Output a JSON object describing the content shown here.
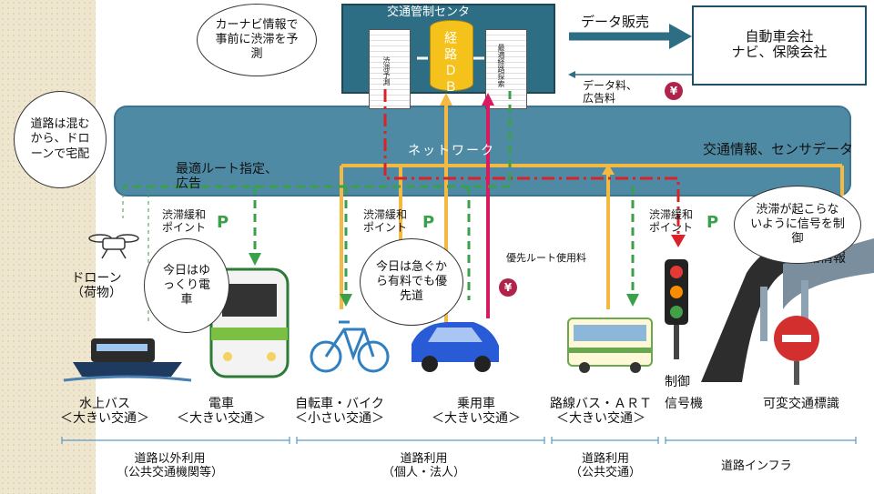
{
  "tmc": {
    "title": "交通管制センタ",
    "db_label": "経路ＤＢ",
    "server_left": "渋滞予測",
    "server_right": "最適経路探索"
  },
  "bubbles": {
    "carnavi": "カーナビ情報で事前に渋滞を予測",
    "drone": "道路は混むから、ドローンで宅配",
    "train": "今日はゆっくり電車",
    "car": "今日は急ぐから有料でも優先道",
    "signal": "渋滞が起こらないように信号を制御"
  },
  "data_sales": "データ販売",
  "auto_company": "自動車会社\nナビ、保険会社",
  "data_fee": "データ料、\n広告料",
  "yen_symbol": "¥",
  "network": "ネットワーク",
  "traffic_sensor": "交通情報、センサデータ",
  "optimal_route": "最適ルート指定、\n広告",
  "congestion_point": "渋滞緩和\nポイント",
  "P": "P",
  "priority_route": "優先ルート使用料",
  "road_info": "道路情報",
  "items": {
    "drone": "ドローン\n（荷物）",
    "waterbus": "水上バス\n＜大きい交通＞",
    "train": "電車\n＜大きい交通＞",
    "bicycle": "自転車・バイク\n＜小さい交通＞",
    "car": "乗用車\n＜大きい交通＞",
    "bus": "路線バス・ＡＲＴ\n＜大きい交通＞",
    "signal": "信号機",
    "signal_control": "制御",
    "variable_sign": "可変交通標識"
  },
  "groups": {
    "non_road": "道路以外利用\n（公共交通機関等）",
    "road_private": "道路利用\n（個人・法人）",
    "road_public": "道路利用\n（公共交通）",
    "road_infra": "道路インフラ"
  }
}
